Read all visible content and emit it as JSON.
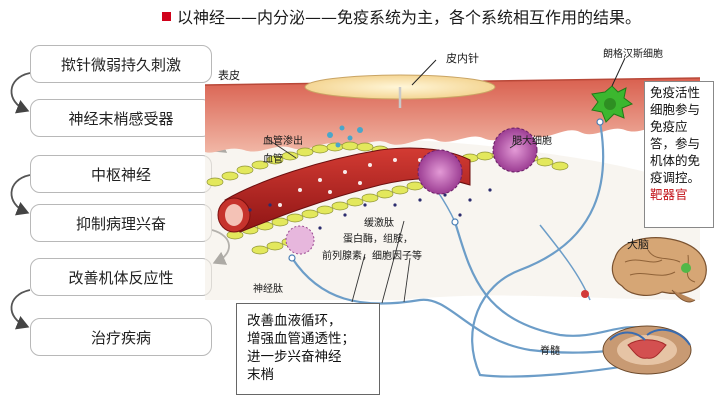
{
  "header": {
    "title": "以神经——内分泌——免疫系统为主，各个系统相互作用的结果。"
  },
  "flow_steps": [
    {
      "label": "揿针微弱持久刺激"
    },
    {
      "label": "神经末梢感受器"
    },
    {
      "label": "中枢神经"
    },
    {
      "label": "抑制病理兴奋"
    },
    {
      "label": "改善机体反应性"
    },
    {
      "label": "治疗疾病"
    }
  ],
  "diagram_labels": {
    "skin": "表皮",
    "intradermal_needle": "皮内针",
    "langerhans": "朗格汉斯细胞",
    "vascular_leak": "血管渗出",
    "blood_vessel": "血管",
    "mast_cell": "肥大细胞",
    "bradykinin": "缓激肽",
    "mediators_line1": "蛋白酶，组胺，",
    "mediators_line2": "前列腺素，细胞因子等",
    "neuropeptide": "神经肽",
    "brain": "大脑",
    "spinal_cord": "脊髓"
  },
  "info_right": {
    "text": "免疫活性细胞参与免疫应答，参与机体的免疫调控。",
    "highlight": "靶器官"
  },
  "info_bottom": {
    "line1": "改善血液循环，",
    "line2": "增强血管通透性；",
    "line3": "进一步兴奋神经",
    "line4": "末梢"
  },
  "colors": {
    "accent_red": "#d0021b",
    "skin_pink": "#e9a18f",
    "vessel_red": "#b71c1c",
    "nerve_blue": "#5b8fbf",
    "cell_yellow": "#e8ec6a",
    "mast_purple": "#9b3b8f"
  }
}
